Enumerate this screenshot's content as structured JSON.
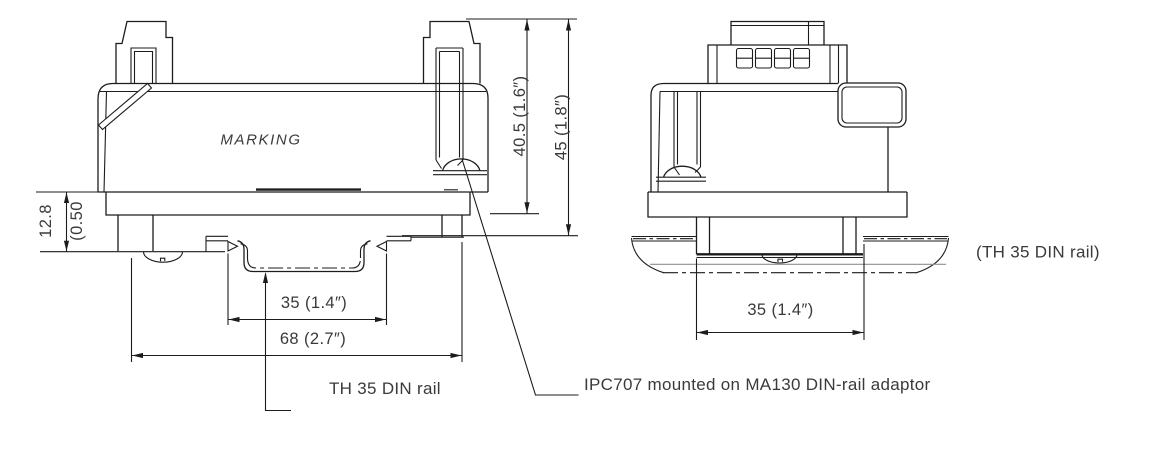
{
  "colors": {
    "line": "#1c1c1c",
    "text": "#3a3a3a",
    "background": "#ffffff",
    "hidden_line": "#8f8f8f"
  },
  "front_view": {
    "marking": "MARKING",
    "dims": {
      "rail_depth_mm": "12.8",
      "rail_depth_inch": "(0.50",
      "mount_height": "40.5 (1.6″)",
      "total_height": "45 (1.8″)",
      "rail_width": "35 (1.4″)",
      "adaptor_width": "68 (2.7″)"
    },
    "rail_label": "TH 35 DIN rail"
  },
  "side_view": {
    "dims": {
      "rail_width": "35 (1.4″)"
    },
    "rail_label": "(TH 35 DIN rail)"
  },
  "caption": "IPC707 mounted on MA130 DIN-rail adaptor"
}
